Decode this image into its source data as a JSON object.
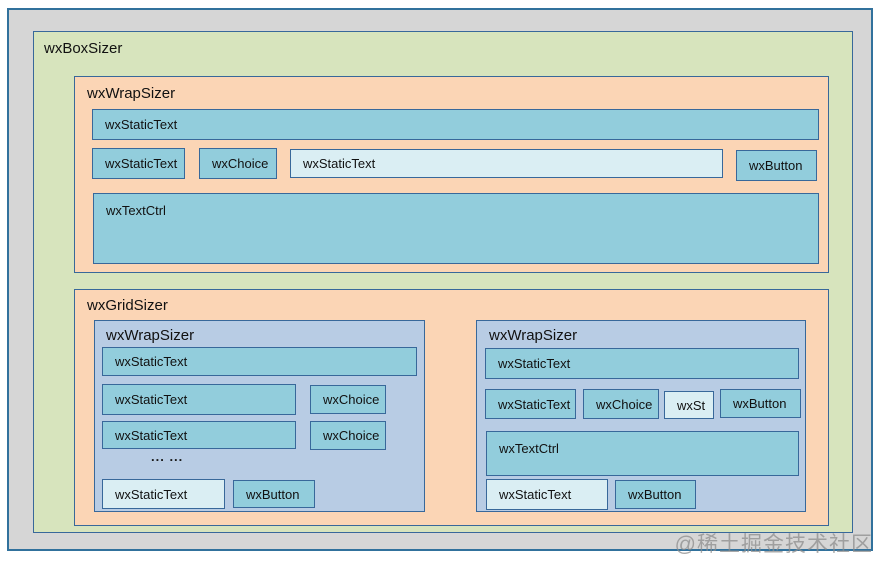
{
  "colors": {
    "canvas_gray": "#d6d6d6",
    "box_sizer_green": "#d7e4bd",
    "wrap_grid_orange": "#fbd5b5",
    "inner_wrap_steel": "#b8cce4",
    "control_blue": "#92cddc",
    "control_light_blue": "#daeef3",
    "border_blue": "#38689a"
  },
  "watermark": "@稀土掘金技术社区",
  "box_sizer": {
    "label": "wxBoxSizer",
    "wrap_top": {
      "label": "wxWrapSizer",
      "row1_static": "wxStaticText",
      "row2_static": "wxStaticText",
      "row2_choice": "wxChoice",
      "row2_static_light": "wxStaticText",
      "row2_button": "wxButton",
      "row3_textctrl": "wxTextCtrl"
    },
    "grid_sizer": {
      "label": "wxGridSizer",
      "wrap_left": {
        "label": "wxWrapSizer",
        "row1_static": "wxStaticText",
        "row2_static": "wxStaticText",
        "row2_choice": "wxChoice",
        "row3_static": "wxStaticText",
        "row3_choice": "wxChoice",
        "ellipsis": "... ...",
        "row4_static_light": "wxStaticText",
        "row4_button": "wxButton"
      },
      "wrap_right": {
        "label": "wxWrapSizer",
        "row1_static": "wxStaticText",
        "row2_static": "wxStaticText",
        "row2_choice": "wxChoice",
        "row2_static_light": "wxSt",
        "row2_button": "wxButton",
        "row3_textctrl": "wxTextCtrl",
        "row4_static_light": "wxStaticText",
        "row4_button": "wxButton"
      }
    }
  }
}
